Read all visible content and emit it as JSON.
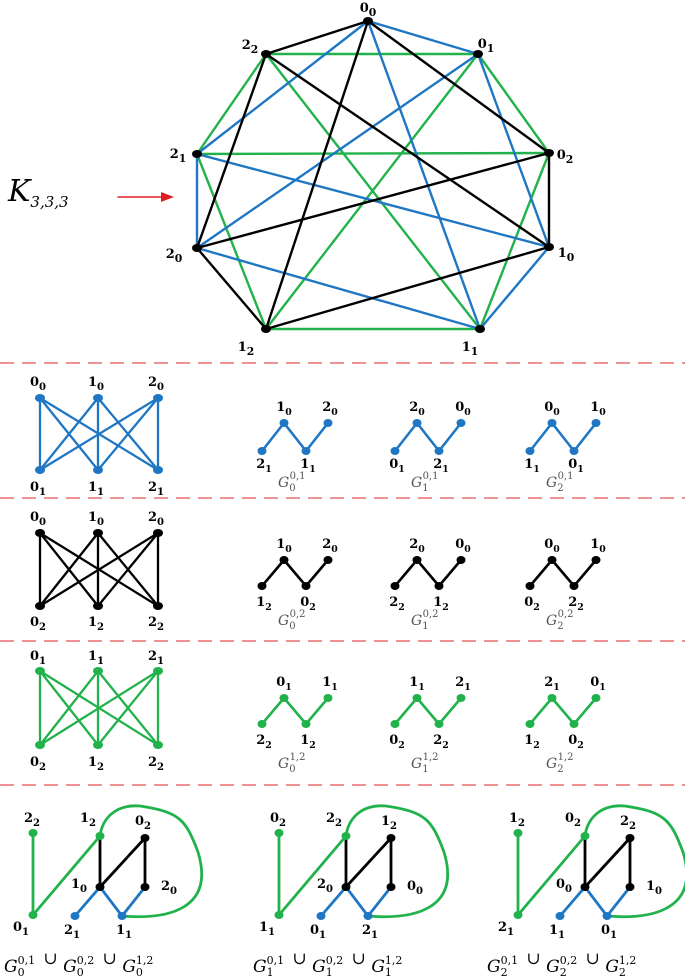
{
  "colors": {
    "blue": "#1f77c4",
    "black": "#000000",
    "green": "#22b24c",
    "red": "#e02020",
    "dashed": "#e05050"
  },
  "k333": {
    "label": "K",
    "subscript": "3,3,3",
    "vertices": [
      {
        "id": "00",
        "num": "0",
        "sub": "0"
      },
      {
        "id": "01",
        "num": "0",
        "sub": "1"
      },
      {
        "id": "02",
        "num": "0",
        "sub": "2"
      },
      {
        "id": "10",
        "num": "1",
        "sub": "0"
      },
      {
        "id": "11",
        "num": "1",
        "sub": "1"
      },
      {
        "id": "12",
        "num": "1",
        "sub": "2"
      },
      {
        "id": "20",
        "num": "2",
        "sub": "0"
      },
      {
        "id": "21",
        "num": "2",
        "sub": "1"
      },
      {
        "id": "22",
        "num": "2",
        "sub": "2"
      }
    ]
  },
  "rows": [
    {
      "color": "blue",
      "bipartite": {
        "top": [
          {
            "num": "0",
            "sub": "0"
          },
          {
            "num": "1",
            "sub": "0"
          },
          {
            "num": "2",
            "sub": "0"
          }
        ],
        "bottom": [
          {
            "num": "0",
            "sub": "1"
          },
          {
            "num": "1",
            "sub": "1"
          },
          {
            "num": "2",
            "sub": "1"
          }
        ]
      },
      "zigzags": [
        {
          "labels": [
            {
              "num": "2",
              "sub": "1"
            },
            {
              "num": "1",
              "sub": "0"
            },
            {
              "num": "1",
              "sub": "1"
            },
            {
              "num": "2",
              "sub": "0"
            }
          ],
          "caption": "G",
          "csub": "0",
          "csup": "0,1"
        },
        {
          "labels": [
            {
              "num": "0",
              "sub": "1"
            },
            {
              "num": "2",
              "sub": "0"
            },
            {
              "num": "2",
              "sub": "1"
            },
            {
              "num": "0",
              "sub": "0"
            }
          ],
          "caption": "G",
          "csub": "1",
          "csup": "0,1"
        },
        {
          "labels": [
            {
              "num": "1",
              "sub": "1"
            },
            {
              "num": "0",
              "sub": "0"
            },
            {
              "num": "0",
              "sub": "1"
            },
            {
              "num": "1",
              "sub": "0"
            }
          ],
          "caption": "G",
          "csub": "2",
          "csup": "0,1"
        }
      ]
    },
    {
      "color": "black",
      "bipartite": {
        "top": [
          {
            "num": "0",
            "sub": "0"
          },
          {
            "num": "1",
            "sub": "0"
          },
          {
            "num": "2",
            "sub": "0"
          }
        ],
        "bottom": [
          {
            "num": "0",
            "sub": "2"
          },
          {
            "num": "1",
            "sub": "2"
          },
          {
            "num": "2",
            "sub": "2"
          }
        ]
      },
      "zigzags": [
        {
          "labels": [
            {
              "num": "1",
              "sub": "2"
            },
            {
              "num": "1",
              "sub": "0"
            },
            {
              "num": "0",
              "sub": "2"
            },
            {
              "num": "2",
              "sub": "0"
            }
          ],
          "caption": "G",
          "csub": "0",
          "csup": "0,2"
        },
        {
          "labels": [
            {
              "num": "2",
              "sub": "2"
            },
            {
              "num": "2",
              "sub": "0"
            },
            {
              "num": "1",
              "sub": "2"
            },
            {
              "num": "0",
              "sub": "0"
            }
          ],
          "caption": "G",
          "csub": "1",
          "csup": "0,2"
        },
        {
          "labels": [
            {
              "num": "0",
              "sub": "2"
            },
            {
              "num": "0",
              "sub": "0"
            },
            {
              "num": "2",
              "sub": "2"
            },
            {
              "num": "1",
              "sub": "0"
            }
          ],
          "caption": "G",
          "csub": "2",
          "csup": "0,2"
        }
      ]
    },
    {
      "color": "green",
      "bipartite": {
        "top": [
          {
            "num": "0",
            "sub": "1"
          },
          {
            "num": "1",
            "sub": "1"
          },
          {
            "num": "2",
            "sub": "1"
          }
        ],
        "bottom": [
          {
            "num": "0",
            "sub": "2"
          },
          {
            "num": "1",
            "sub": "2"
          },
          {
            "num": "2",
            "sub": "2"
          }
        ]
      },
      "zigzags": [
        {
          "labels": [
            {
              "num": "2",
              "sub": "2"
            },
            {
              "num": "0",
              "sub": "1"
            },
            {
              "num": "1",
              "sub": "2"
            },
            {
              "num": "1",
              "sub": "1"
            }
          ],
          "caption": "G",
          "csub": "0",
          "csup": "1,2"
        },
        {
          "labels": [
            {
              "num": "0",
              "sub": "2"
            },
            {
              "num": "1",
              "sub": "1"
            },
            {
              "num": "2",
              "sub": "2"
            },
            {
              "num": "2",
              "sub": "1"
            }
          ],
          "caption": "G",
          "csub": "1",
          "csup": "1,2"
        },
        {
          "labels": [
            {
              "num": "1",
              "sub": "2"
            },
            {
              "num": "2",
              "sub": "1"
            },
            {
              "num": "0",
              "sub": "2"
            },
            {
              "num": "0",
              "sub": "1"
            }
          ],
          "caption": "G",
          "csub": "2",
          "csup": "1,2"
        }
      ]
    }
  ],
  "unions": [
    {
      "labels": {
        "topleft": {
          "num": "2",
          "sub": "2"
        },
        "topmid": {
          "num": "1",
          "sub": "2"
        },
        "topright": {
          "num": "0",
          "sub": "2"
        },
        "midleft": {
          "num": "1",
          "sub": "0"
        },
        "midright": {
          "num": "2",
          "sub": "0"
        },
        "botleft": {
          "num": "0",
          "sub": "1"
        },
        "botmid1": {
          "num": "2",
          "sub": "1"
        },
        "botmid2": {
          "num": "1",
          "sub": "1"
        }
      },
      "caption": [
        "G",
        "0",
        "0,1",
        "G",
        "0",
        "0,2",
        "G",
        "0",
        "1,2"
      ]
    },
    {
      "labels": {
        "topleft": {
          "num": "0",
          "sub": "2"
        },
        "topmid": {
          "num": "2",
          "sub": "2"
        },
        "topright": {
          "num": "1",
          "sub": "2"
        },
        "midleft": {
          "num": "2",
          "sub": "0"
        },
        "midright": {
          "num": "0",
          "sub": "0"
        },
        "botleft": {
          "num": "1",
          "sub": "1"
        },
        "botmid1": {
          "num": "0",
          "sub": "1"
        },
        "botmid2": {
          "num": "2",
          "sub": "1"
        }
      },
      "caption": [
        "G",
        "1",
        "0,1",
        "G",
        "1",
        "0,2",
        "G",
        "1",
        "1,2"
      ]
    },
    {
      "labels": {
        "topleft": {
          "num": "1",
          "sub": "2"
        },
        "topmid": {
          "num": "0",
          "sub": "2"
        },
        "topright": {
          "num": "2",
          "sub": "2"
        },
        "midleft": {
          "num": "0",
          "sub": "0"
        },
        "midright": {
          "num": "1",
          "sub": "0"
        },
        "botleft": {
          "num": "2",
          "sub": "1"
        },
        "botmid1": {
          "num": "1",
          "sub": "1"
        },
        "botmid2": {
          "num": "0",
          "sub": "1"
        }
      },
      "caption": [
        "G",
        "2",
        "0,1",
        "G",
        "2",
        "0,2",
        "G",
        "2",
        "1,2"
      ]
    }
  ],
  "union_symbol": "∪"
}
